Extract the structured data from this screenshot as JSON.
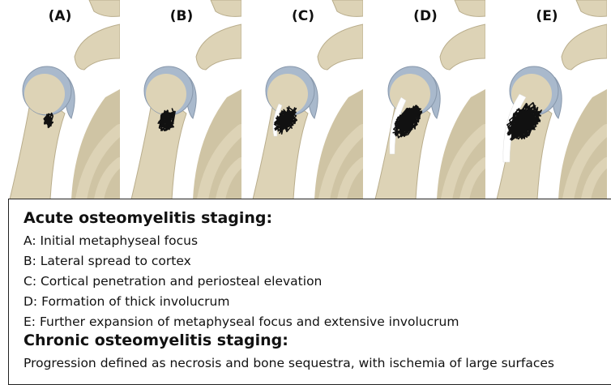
{
  "panels": [
    {
      "label": "(A)",
      "stage": "A"
    },
    {
      "label": "(B)",
      "stage": "B"
    },
    {
      "label": "(C)",
      "stage": "C"
    },
    {
      "label": "(D)",
      "stage": "D"
    },
    {
      "label": "(E)",
      "stage": "E"
    }
  ],
  "legend": {
    "acute_heading": "Acute osteomyelitis staging:",
    "acute_items": [
      "A: Initial metaphyseal focus",
      "B: Lateral spread to cortex",
      "C: Cortical penetration and periosteal elevation",
      "D: Formation of thick involucrum",
      "E: Further expansion of metaphyseal focus and extensive involucrum"
    ],
    "chronic_heading": "Chronic osteomyelitis staging:",
    "chronic_text": "Progression defined as necrosis and bone sequestra, with ischemia of large surfaces"
  },
  "colors": {
    "bone": "#ddd3b6",
    "bone_shadow": "#b9ad8c",
    "cartilage": "#a9b9cc",
    "lesion": "#111111",
    "involucrum": "#ffffff"
  }
}
